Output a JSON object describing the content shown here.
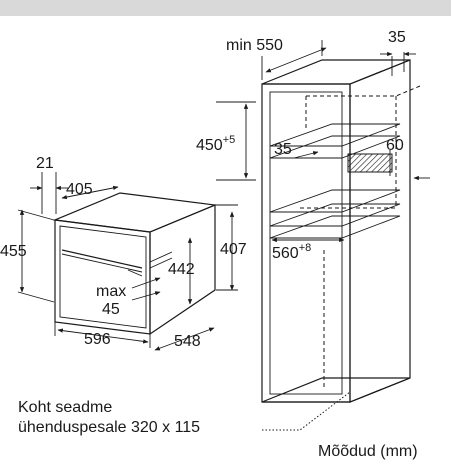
{
  "labels": {
    "min550": "min 550",
    "d35_top": "35",
    "d450": "450",
    "d450_sup": "+5",
    "d35_mid": "35",
    "d60": "60",
    "d560": "560",
    "d560_sup": "+8",
    "d21": "21",
    "d405": "405",
    "d455": "455",
    "d442": "442",
    "d407": "407",
    "max": "max",
    "d45": "45",
    "d596": "596",
    "d548": "548",
    "note_line1": "Koht seadme",
    "note_line2": "ühenduspesale 320 x 115",
    "units": "Mõõdud (mm)"
  },
  "colors": {
    "band": "#d9d9d9",
    "ink": "#1a1a1a"
  }
}
